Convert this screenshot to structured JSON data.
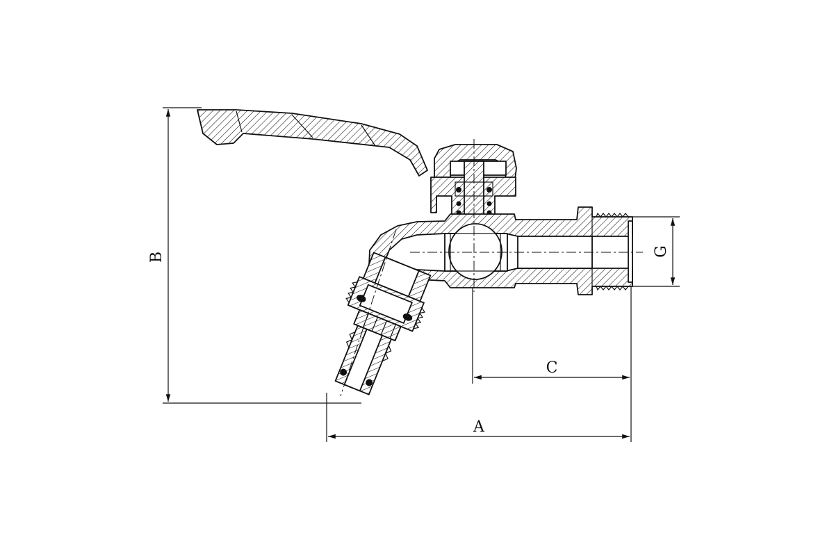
{
  "dimensions": {
    "A": "A",
    "B": "B",
    "C": "C",
    "G": "G"
  }
}
